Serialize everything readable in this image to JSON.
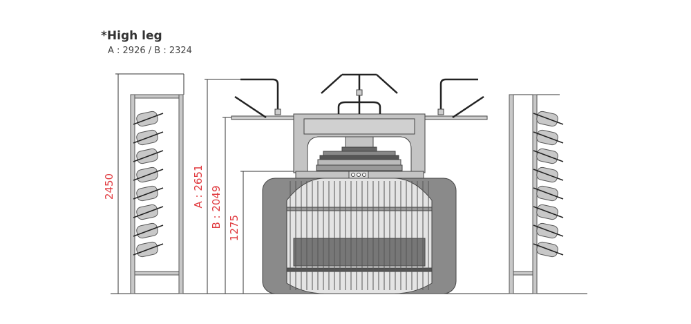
{
  "header": {
    "title": "*High leg",
    "subtitle": "A : 2926  /  B : 2324"
  },
  "dimensions": {
    "creel_height": "2450",
    "a_height": "A : 2651",
    "b_height": "B : 2049",
    "table_height": "1275"
  },
  "colors": {
    "dimension_text": "#e0393e",
    "line": "#333333",
    "frame": "#bdbdbd",
    "dark": "#777777"
  }
}
